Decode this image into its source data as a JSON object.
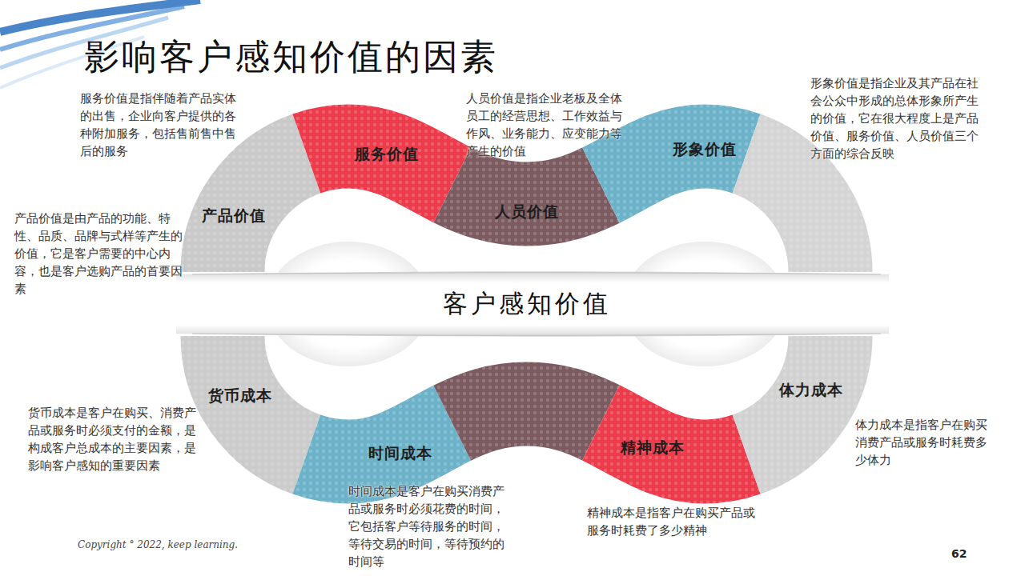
{
  "diagram": {
    "title": "影响客户感知价值的因素",
    "nodes": [
      {
        "text": [
          "服务价值",
          "服务价值是指伴随着产品实体的出售，企业向客户提供的各种附加服务，包括售前售中售后的服务"
        ]
      },
      {
        "text": [
          "人员价值",
          "人员价值是指企业老板及全体员工的经营思想、工作效益与作风、业务能力、应变能力等产生的价值"
        ]
      },
      {
        "text": [
          "形象价值",
          "形象价值是指企业及其产品在社会公众中形成的总体形象所产生的价值，它在很大程度上是产品价值、服务价值、人员价值三个方面的综合反映"
        ]
      },
      {
        "text": [
          "产品价值",
          "产品价值是由产品的功能、特性、品质、品牌与式样等产生的价值，它是客户需要的中心内容，也是客户选购产品的首要因素"
        ]
      },
      {
        "text": [
          "客户感知价值"
        ]
      },
      {
        "text": [
          "货币成本",
          "货币成本是客户在购买、消费产品或服务时必须支付的金额，是构成客户总成本的主要因素，是影响客户感知的重要因素"
        ]
      },
      {
        "text": [
          "时间成本",
          "时间成本是客户在购买消费产品或服务时必须花费的时间，它包括客户等待服务的时间，等待交易的时间，等待预约的时间等"
        ]
      },
      {
        "text": [
          "精神成本",
          "精神成本是指客户在购买产品或服务时耗费了多少精神"
        ]
      },
      {
        "text": [
          "体力成本",
          "体力成本是指客户在购买消费产品或服务时耗费多少体力"
        ]
      }
    ],
    "labels": [
      "Copyright ° 2022, keep learning.",
      "62"
    ]
  }
}
